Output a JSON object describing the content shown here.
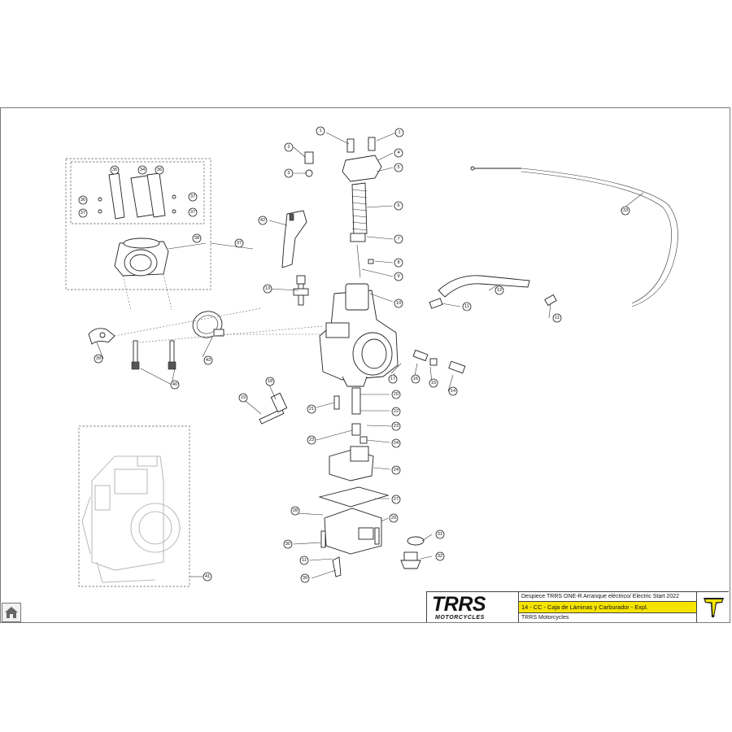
{
  "title_block": {
    "brand_name": "TRRS",
    "brand_sub": "MOTORCYCLES",
    "line1": "Despiece TRRS ONE-R  Arranque eléctrico/ Electric Start 2022",
    "line2": "14 - CC - Caja de Láminas y Carburador - Expl.",
    "line3": "TRRS Motorcycles"
  },
  "colors": {
    "highlight": "#f6e400",
    "line": "#222222"
  },
  "home_button": {
    "icon": "home-icon"
  },
  "callouts": [
    "1",
    "1",
    "2",
    "3",
    "4",
    "5",
    "6",
    "7",
    "8",
    "9",
    "10",
    "11",
    "11",
    "11",
    "12",
    "13",
    "14",
    "15",
    "16",
    "17",
    "18",
    "19",
    "20",
    "21",
    "22",
    "23",
    "23",
    "24",
    "24",
    "27",
    "28",
    "29",
    "30",
    "30",
    "31",
    "32",
    "33",
    "34",
    "35",
    "36",
    "36",
    "37",
    "37",
    "37",
    "37",
    "38",
    "39",
    "40",
    "41",
    "42",
    "43"
  ]
}
